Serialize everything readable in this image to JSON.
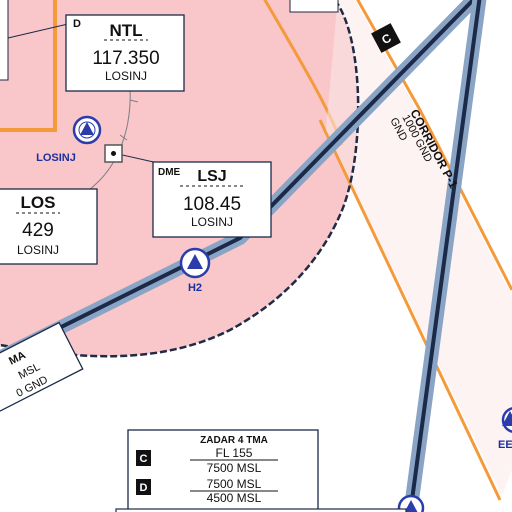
{
  "colors": {
    "tma_fill": "#f9c6c9",
    "tma_border": "#1f2a44",
    "orange": "#f59a3a",
    "airway_blue": "#8aa4c6",
    "airway_dark": "#1b2a48",
    "navaid_blue": "#2a3dab",
    "label_blue": "#1c2fa0"
  },
  "navaids": {
    "ntl": {
      "letter": "D",
      "code": "NTL",
      "freq": "117.350",
      "name": "LOSINJ"
    },
    "lsj": {
      "tag": "DME",
      "code": "LSJ",
      "freq": "108.45",
      "name": "LOSINJ"
    },
    "los": {
      "code": "LOS",
      "freq": "429",
      "name": "LOSINJ"
    }
  },
  "points": {
    "losinj_label": "LOSINJ",
    "h2_label": "H2",
    "right_label_fragment": "EE"
  },
  "corridor": {
    "class_letter": "C",
    "name": "CORRIDOR P-1",
    "upper": "1000 GND",
    "lower": "GND"
  },
  "left_box": {
    "line1": "MA",
    "line2": "MSL",
    "line3": "0 GND"
  },
  "zadar_tma": {
    "title": "ZADAR 4 TMA",
    "rows": [
      {
        "class": "C",
        "upper": "FL 155",
        "lower": "7500 MSL"
      },
      {
        "class": "D",
        "upper": "7500 MSL",
        "lower": "4500 MSL"
      }
    ]
  }
}
